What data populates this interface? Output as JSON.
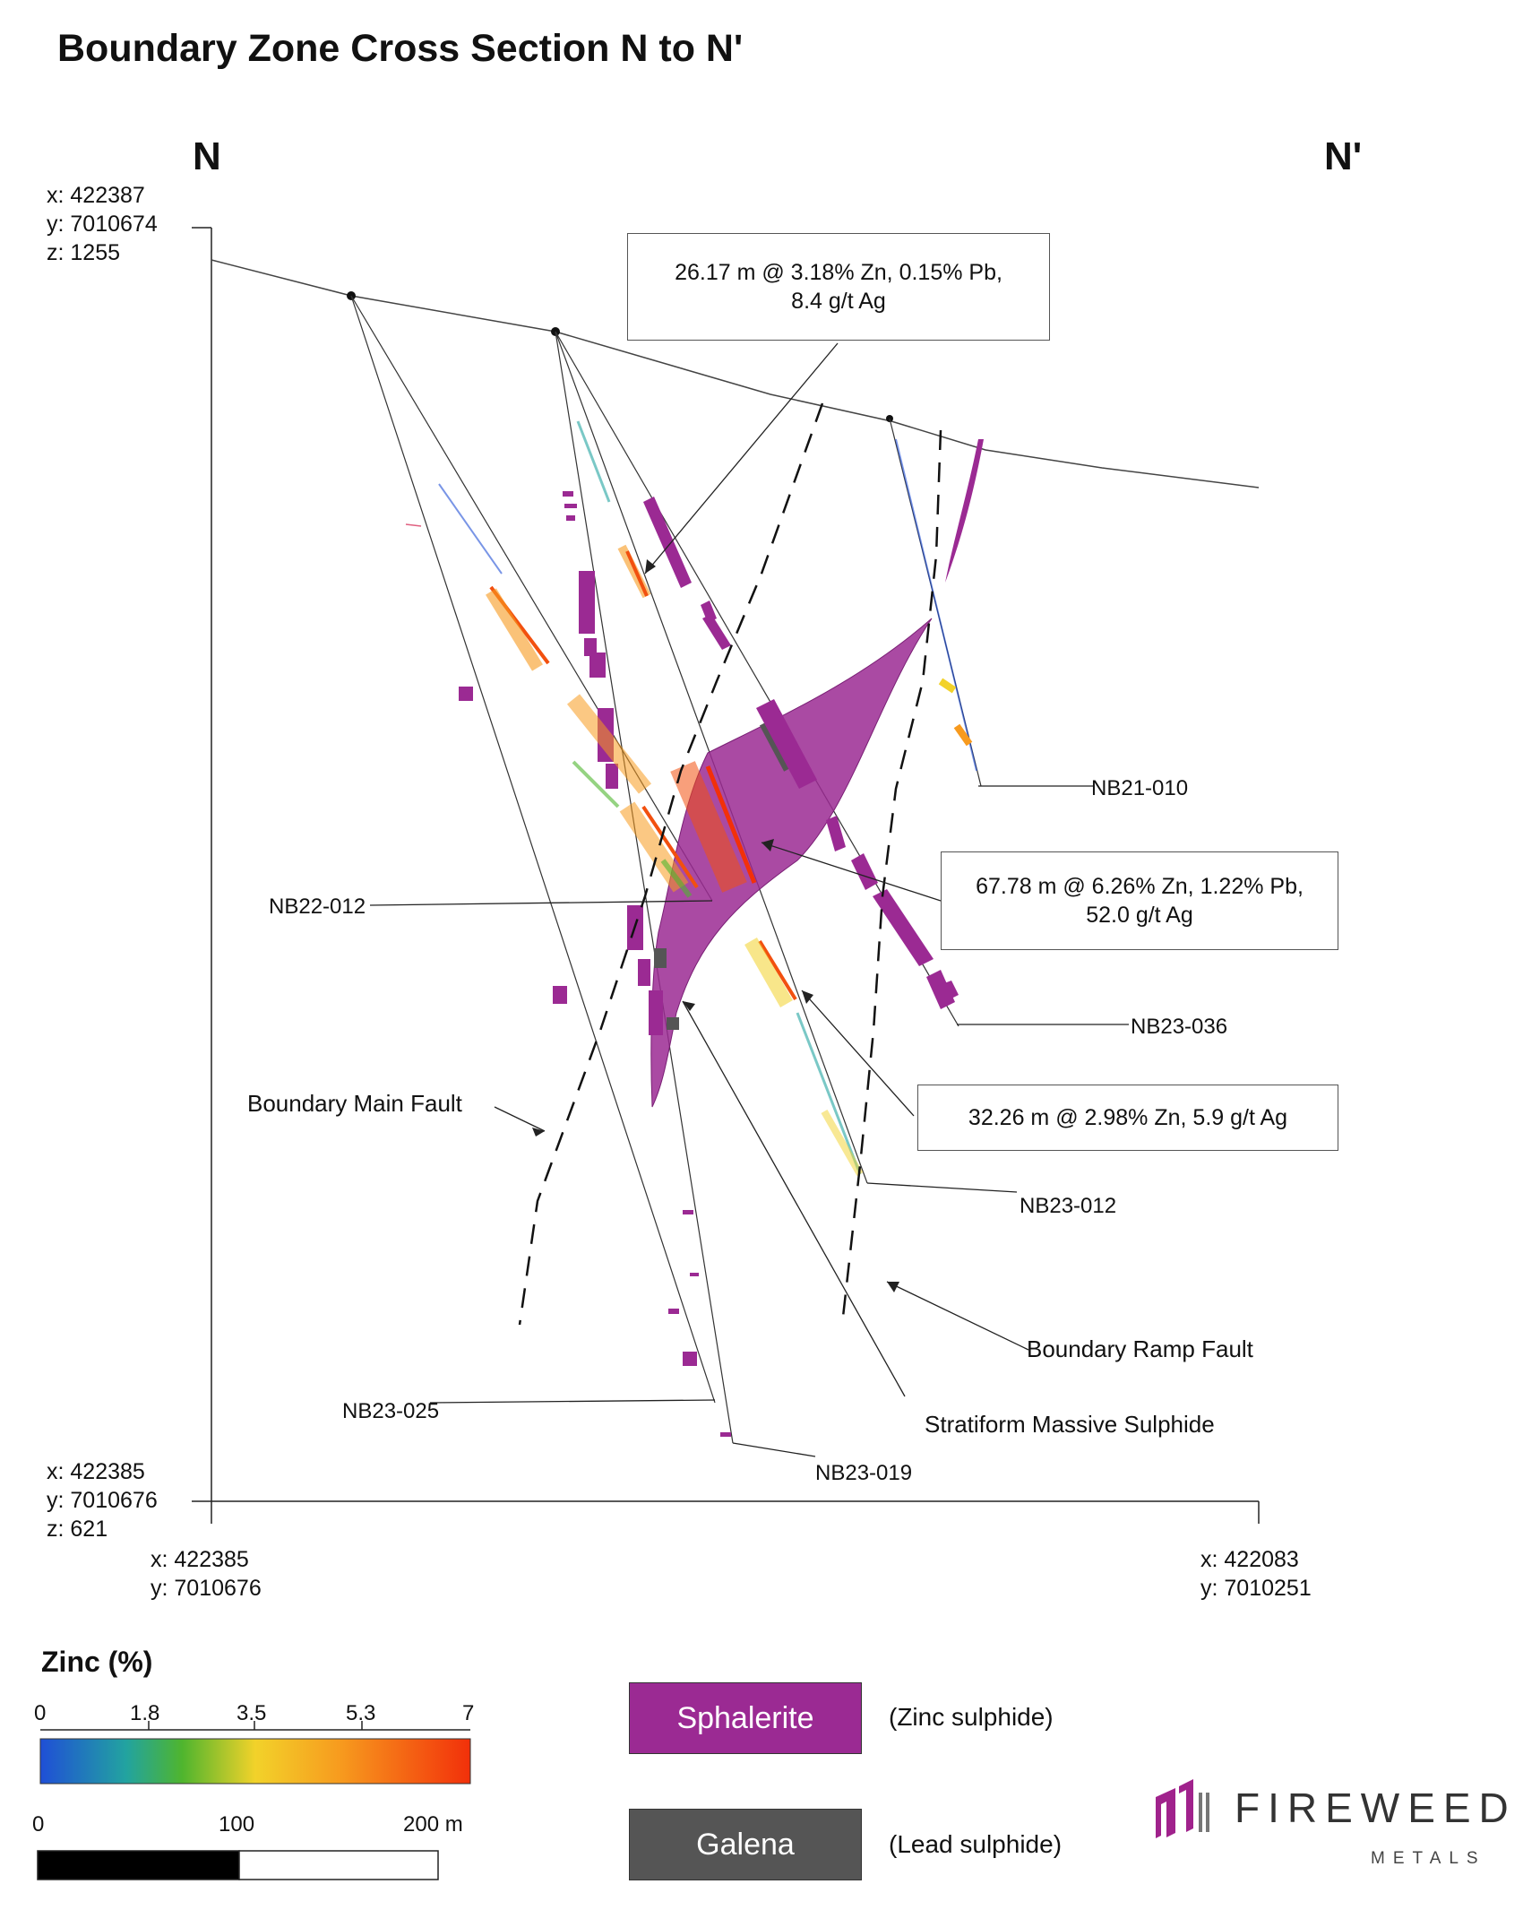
{
  "title": "Boundary Zone Cross Section N to N'",
  "section_ends": {
    "left": "N",
    "right": "N'"
  },
  "coords": {
    "top_left": [
      "x: 422387",
      "y: 7010674",
      "z: 1255"
    ],
    "bottom_left": [
      "x: 422385",
      "y: 7010676",
      "z: 621"
    ],
    "bottom_axis_left": [
      "x: 422385",
      "y: 7010676"
    ],
    "bottom_axis_right": [
      "x: 422083",
      "y: 7010251"
    ]
  },
  "drillholes": [
    "NB21-010",
    "NB22-012",
    "NB23-036",
    "NB23-012",
    "NB23-025",
    "NB23-019"
  ],
  "annotations": {
    "intercept_1": [
      "26.17 m @ 3.18% Zn, 0.15% Pb,",
      "8.4 g/t Ag"
    ],
    "intercept_2": [
      "67.78 m @ 6.26% Zn, 1.22% Pb,",
      "52.0 g/t Ag"
    ],
    "intercept_3": [
      "32.26 m @ 2.98% Zn, 5.9 g/t Ag"
    ],
    "boundary_main_fault": "Boundary Main Fault",
    "boundary_ramp_fault": "Boundary Ramp Fault",
    "stratiform": "Stratiform Massive Sulphide"
  },
  "legend": {
    "zinc_title": "Zinc (%)",
    "zinc_ticks": [
      "0",
      "1.8",
      "3.5",
      "5.3",
      "7"
    ],
    "scale_ticks": [
      "0",
      "100",
      "200 m"
    ],
    "sphalerite": {
      "label": "Sphalerite",
      "desc": "(Zinc sulphide)",
      "color": "#9b2a93"
    },
    "galena": {
      "label": "Galena",
      "desc": "(Lead sulphide)",
      "color": "#555555"
    }
  },
  "logo": {
    "name": "FIREWEED",
    "sub": "METALS",
    "accent": "#a0228c"
  }
}
